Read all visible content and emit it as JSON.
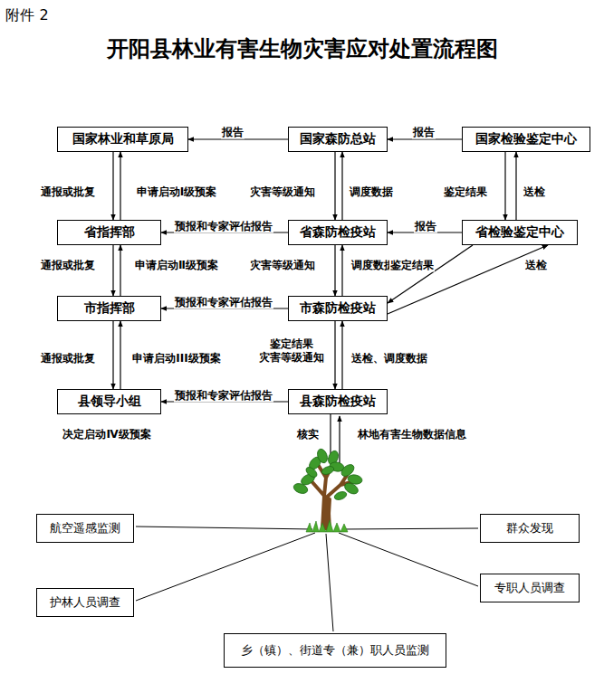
{
  "diagram": {
    "title": "开阳县林业有害生物灾害应对处置流程图",
    "nodes": [
      {
        "text": [
          "国家林业和草原局"
        ]
      },
      {
        "text": [
          "国家森防总站"
        ]
      },
      {
        "text": [
          "国家检验鉴定中心"
        ]
      },
      {
        "text": [
          "省指挥部"
        ]
      },
      {
        "text": [
          "省森防检疫站"
        ]
      },
      {
        "text": [
          "省检验鉴定中心"
        ]
      },
      {
        "text": [
          "市指挥部"
        ]
      },
      {
        "text": [
          "市森防检疫站"
        ]
      },
      {
        "text": [
          "县领导小组"
        ]
      },
      {
        "text": [
          "县森防检疫站"
        ]
      },
      {
        "text": [
          "航空遥感监测"
        ]
      },
      {
        "text": [
          "群众发现"
        ]
      },
      {
        "text": [
          "护林人员调查"
        ]
      },
      {
        "text": [
          "专职人员调查"
        ]
      },
      {
        "text": [
          "乡（镇）、街道专（兼）职人员监测"
        ]
      }
    ],
    "edges": [
      {
        "from": 1,
        "to": 0,
        "label": "报告",
        "arrow": "to"
      },
      {
        "from": 2,
        "to": 1,
        "label": "报告",
        "arrow": "to"
      },
      {
        "from": 0,
        "to": 3,
        "label": "通报或批复",
        "arrow": "to"
      },
      {
        "from": 3,
        "to": 0,
        "label": "申请启动Ⅰ级预案",
        "arrow": "to"
      },
      {
        "from": 1,
        "to": 4,
        "label": "灾害等级通知",
        "arrow": "to"
      },
      {
        "from": 4,
        "to": 1,
        "label": "调度数据",
        "arrow": "to"
      },
      {
        "from": 2,
        "to": 5,
        "label": "鉴定结果",
        "arrow": "to"
      },
      {
        "from": 5,
        "to": 2,
        "label": "送检",
        "arrow": "to"
      },
      {
        "from": 4,
        "to": 3,
        "label": "预报和专家评估报告",
        "arrow": "to"
      },
      {
        "from": 5,
        "to": 4,
        "label": "报告",
        "arrow": "to"
      },
      {
        "from": 3,
        "to": 6,
        "label": "通报或批复",
        "arrow": "to"
      },
      {
        "from": 6,
        "to": 3,
        "label": "申请启动Ⅱ级预案",
        "arrow": "to"
      },
      {
        "from": 4,
        "to": 7,
        "label": "灾害等级通知",
        "arrow": "to"
      },
      {
        "from": 7,
        "to": 4,
        "label": "调度数据",
        "arrow": "to"
      },
      {
        "from": 5,
        "to": 7,
        "label": "鉴定结果",
        "arrow": "to"
      },
      {
        "from": 7,
        "to": 5,
        "label": "送检",
        "arrow": "to"
      },
      {
        "from": 7,
        "to": 6,
        "label": "预报和专家评估报告",
        "arrow": "to"
      },
      {
        "from": 6,
        "to": 8,
        "label": "通报或批复",
        "arrow": "to"
      },
      {
        "from": 8,
        "to": 6,
        "label": "申请启动III级预案",
        "arrow": "to"
      },
      {
        "from": 7,
        "to": 9,
        "label": "鉴定结果 灾害等级通知",
        "arrow": "to"
      },
      {
        "from": 9,
        "to": 7,
        "label": "送检、调度数据",
        "arrow": "to"
      },
      {
        "from": 9,
        "to": 8,
        "label": "预报和专家评估报告",
        "arrow": "to"
      }
    ],
    "labels": [
      "附件 2",
      "决定启动Ⅳ级预案",
      "核实",
      "林地有害生物数据信息"
    ]
  }
}
